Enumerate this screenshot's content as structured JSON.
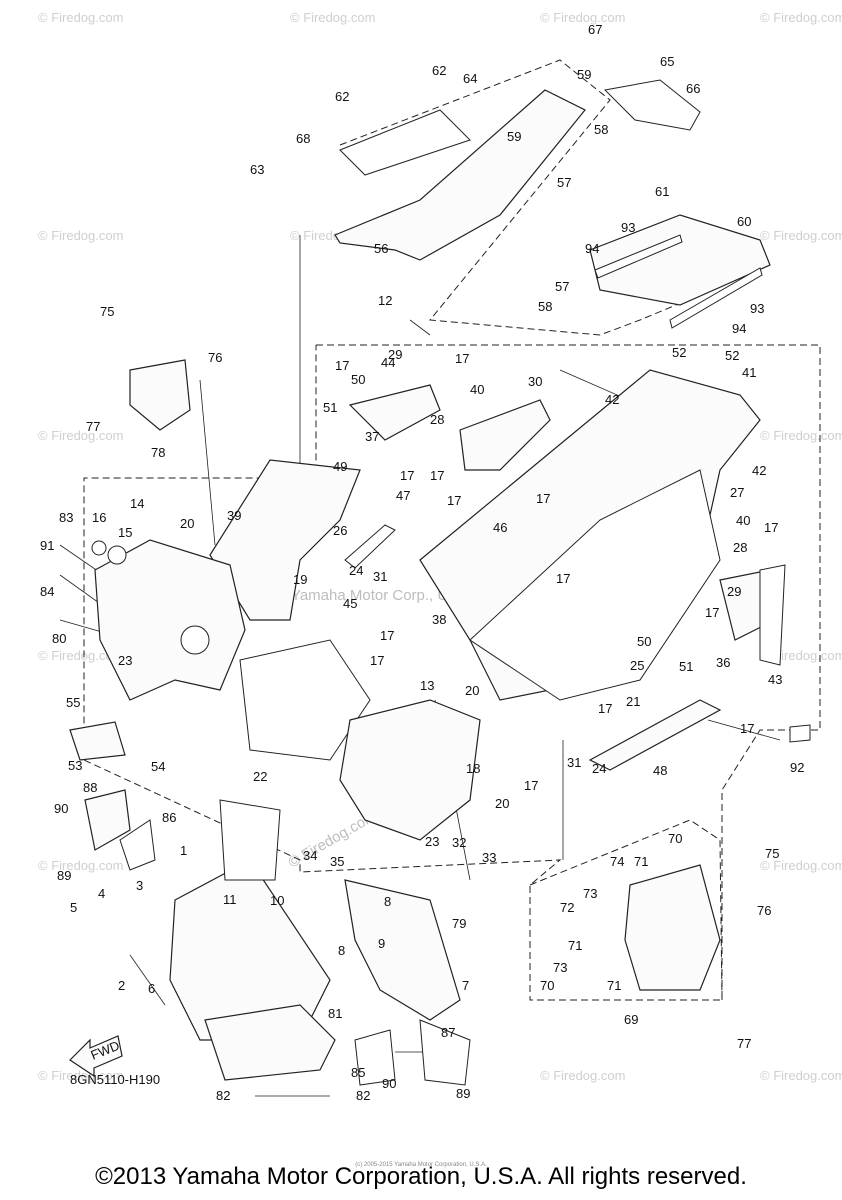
{
  "diagram": {
    "drawing_code": "8GN5110-H190",
    "fwd_label": "FWD",
    "watermark_text": "© Firedog.com",
    "center_watermark": "© Yamaha Motor Corp., U.S.A.",
    "small_note": "(c) 2005-2015 Yamaha Motor Corporation, U.S.A.",
    "copyright": "©2013 Yamaha Motor Corporation, U.S.A. All rights reserved.",
    "callouts": [
      "1",
      "2",
      "3",
      "4",
      "5",
      "6",
      "7",
      "8",
      "8",
      "9",
      "10",
      "11",
      "12",
      "13",
      "14",
      "15",
      "16",
      "17",
      "17",
      "17",
      "17",
      "17",
      "17",
      "17",
      "17",
      "17",
      "17",
      "17",
      "17",
      "17",
      "17",
      "18",
      "19",
      "20",
      "20",
      "20",
      "21",
      "22",
      "23",
      "23",
      "24",
      "24",
      "25",
      "26",
      "27",
      "28",
      "28",
      "29",
      "29",
      "30",
      "31",
      "31",
      "32",
      "33",
      "34",
      "35",
      "36",
      "37",
      "38",
      "39",
      "40",
      "40",
      "41",
      "42",
      "42",
      "43",
      "44",
      "45",
      "46",
      "47",
      "48",
      "49",
      "50",
      "50",
      "51",
      "51",
      "52",
      "52",
      "53",
      "54",
      "55",
      "56",
      "57",
      "57",
      "58",
      "58",
      "59",
      "59",
      "60",
      "61",
      "62",
      "62",
      "63",
      "64",
      "65",
      "66",
      "67",
      "68",
      "69",
      "70",
      "70",
      "71",
      "71",
      "71",
      "72",
      "73",
      "73",
      "74",
      "75",
      "75",
      "76",
      "76",
      "77",
      "77",
      "78",
      "79",
      "80",
      "81",
      "82",
      "82",
      "83",
      "84",
      "85",
      "86",
      "87",
      "88",
      "89",
      "89",
      "90",
      "90",
      "91",
      "92",
      "93",
      "93",
      "94",
      "94"
    ]
  },
  "colors": {
    "ink": "#111111",
    "watermark": "#cfcfcf",
    "background": "#ffffff"
  }
}
